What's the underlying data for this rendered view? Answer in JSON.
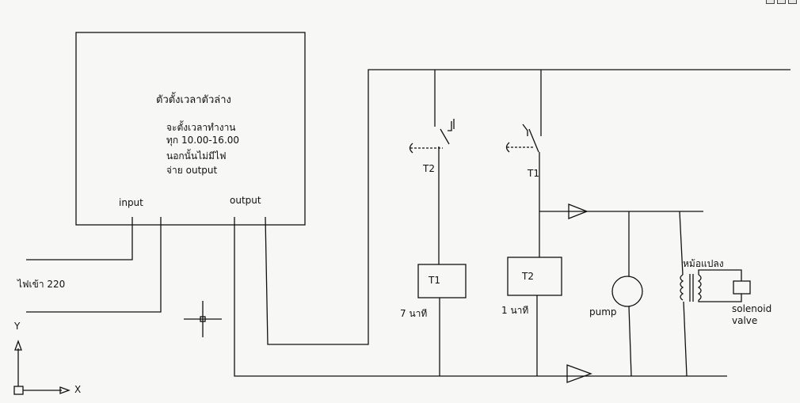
{
  "timer_box": {
    "title": "ตัวตั้งเวลาตัวล่าง",
    "desc_line1": "จะตั้งเวลาทำงาน",
    "desc_line2": "ทุก 10.00-16.00",
    "desc_line3": "นอกนั้นไม่มีไฟ",
    "desc_line4": "จ่าย output",
    "input_label": "input",
    "output_label": "output"
  },
  "supply_label": "ไฟเข้า 220",
  "contacts": {
    "t2": "T2",
    "t1": "T1"
  },
  "timers": [
    {
      "name": "T1",
      "duration": "7 นาที"
    },
    {
      "name": "T2",
      "duration": "1 นาที"
    }
  ],
  "loads": {
    "pump": "pump",
    "transformer": "หม้อแปลง",
    "solenoid_line1": "solenoid",
    "solenoid_line2": "valve"
  },
  "ucs": {
    "x": "X",
    "y": "Y"
  }
}
